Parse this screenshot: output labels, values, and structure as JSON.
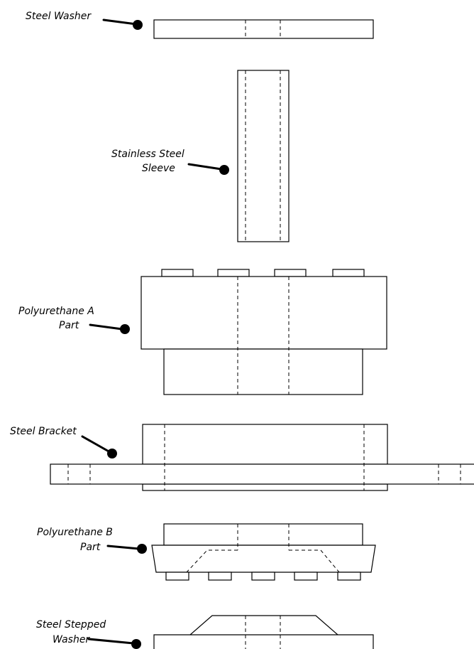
{
  "labels": {
    "steel_washer": "Steel Washer",
    "stainless_sleeve_line1": "Stainless Steel",
    "stainless_sleeve_line2": "Sleeve",
    "polyurethane_a_line1": "Polyurethane A",
    "polyurethane_a_line2": "Part",
    "steel_bracket": "Steel Bracket",
    "polyurethane_b_line1": "Polyurethane B",
    "polyurethane_b_line2": "Part",
    "stepped_washer_line1": "Steel Stepped",
    "stepped_washer_line2": "Washer"
  },
  "colors": {
    "line": "#000000",
    "background": "#ffffff"
  }
}
